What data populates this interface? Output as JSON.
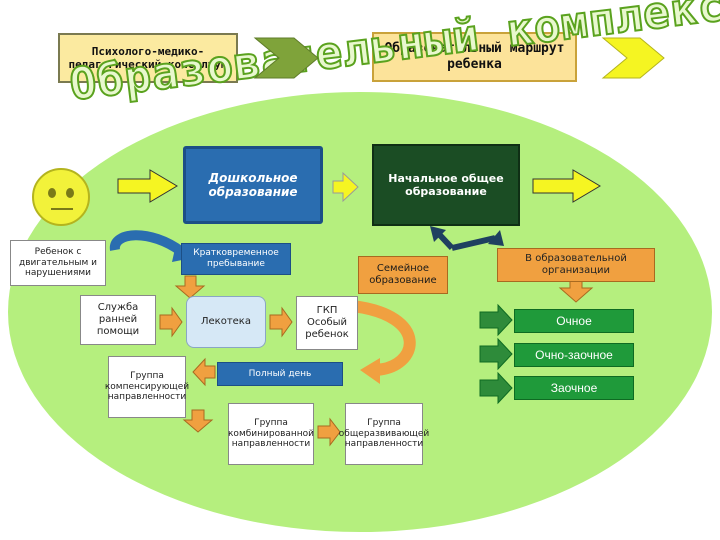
{
  "header": {
    "box_left": "Психолого-медико-педагогический консилиум",
    "box_right": "Образовательный маршрут ребенка"
  },
  "diagram": {
    "title": "Образовательный комплекс",
    "child": "Ребенок с двигательным и нарушениями",
    "preschool": "Дошкольное образование",
    "primary": "Начальное общее образование",
    "short_stay": "Кратковременное пребывание",
    "family": "Семейное образование",
    "in_org": "В образовательной организации",
    "early_help": "Служба ранней помощи",
    "lekoteka": "Лекотека",
    "gkp": "ГКП Особый ребенок",
    "full_day": "Полный день",
    "comp_group": "Группа компенсирующей направленности",
    "comb_group": "Группа комбинированной направленности",
    "gen_group": "Группа общеразвивающей направленности",
    "form_full": "Очное",
    "form_mixed": "Очно-заочное",
    "form_part": "Заочное"
  },
  "colors": {
    "ellipse": "#b5ef7e",
    "yellow_arrow": "#f5f522",
    "orange_arrow": "#f0a040",
    "blue_box": "#2a6db0",
    "dark_green_box": "#1b4d24",
    "form_green": "#1f9a3a"
  }
}
